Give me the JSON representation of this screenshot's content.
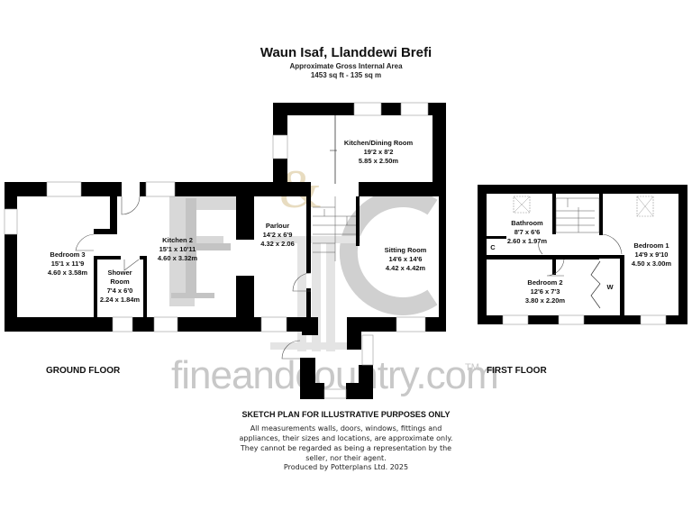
{
  "header": {
    "title": "Waun Isaf, Llanddewi Brefi",
    "subtitle": "Approximate Gross Internal Area",
    "area": "1453 sq ft - 135 sq m"
  },
  "floors": {
    "ground": {
      "label": "GROUND FLOOR",
      "rooms": [
        {
          "name": "Bedroom 3",
          "imperial": "15'1 x 11'9",
          "metric": "4.60 x 3.58m"
        },
        {
          "name": "Kitchen 2",
          "imperial": "15'1 x 10'11",
          "metric": "4.60 x 3.32m"
        },
        {
          "name": "Shower Room",
          "name_line1": "Shower",
          "name_line2": "Room",
          "imperial": "7'4 x 6'0",
          "metric": "2.24 x 1.84m"
        },
        {
          "name": "Parlour",
          "imperial": "14'2 x 6'9",
          "metric": "4.32 x 2.06"
        },
        {
          "name": "Kitchen/Dining Room",
          "imperial": "19'2 x 8'2",
          "metric": "5.85 x 2.50m"
        },
        {
          "name": "Sitting Room",
          "imperial": "14'6 x 14'6",
          "metric": "4.42 x 4.42m"
        }
      ]
    },
    "first": {
      "label": "FIRST FLOOR",
      "rooms": [
        {
          "name": "Bathroom",
          "imperial": "8'7 x 6'6",
          "metric": "2.60 x 1.97m"
        },
        {
          "name": "Bedroom 1",
          "imperial": "14'9 x 9'10",
          "metric": "4.50 x 3.00m"
        },
        {
          "name": "Bedroom 2",
          "imperial": "12'6 x 7'3",
          "metric": "3.80 x 2.20m"
        },
        {
          "name": "Cupboard",
          "short": "C"
        },
        {
          "name": "Wardrobe",
          "short": "W"
        }
      ]
    }
  },
  "watermark": {
    "text": "fineandcountry.com",
    "tm": "TM",
    "monogram": "F&C",
    "colors": {
      "grey": "#c8c8c8",
      "gold": "#e8dcc0"
    }
  },
  "footer": {
    "disclaimer_title": "SKETCH PLAN FOR ILLUSTRATIVE PURPOSES ONLY",
    "disclaimer": "All measurements walls, doors, windows, fittings and appliances, their sizes and locations, are approximate only. They cannot be regarded as being a representation by the seller, nor their agent.",
    "produced_by": "Produced by Potterplans Ltd. 2025"
  },
  "colors": {
    "wall": "#000000",
    "background": "#ffffff",
    "window": "#ffffff",
    "window_stroke": "#999999"
  }
}
